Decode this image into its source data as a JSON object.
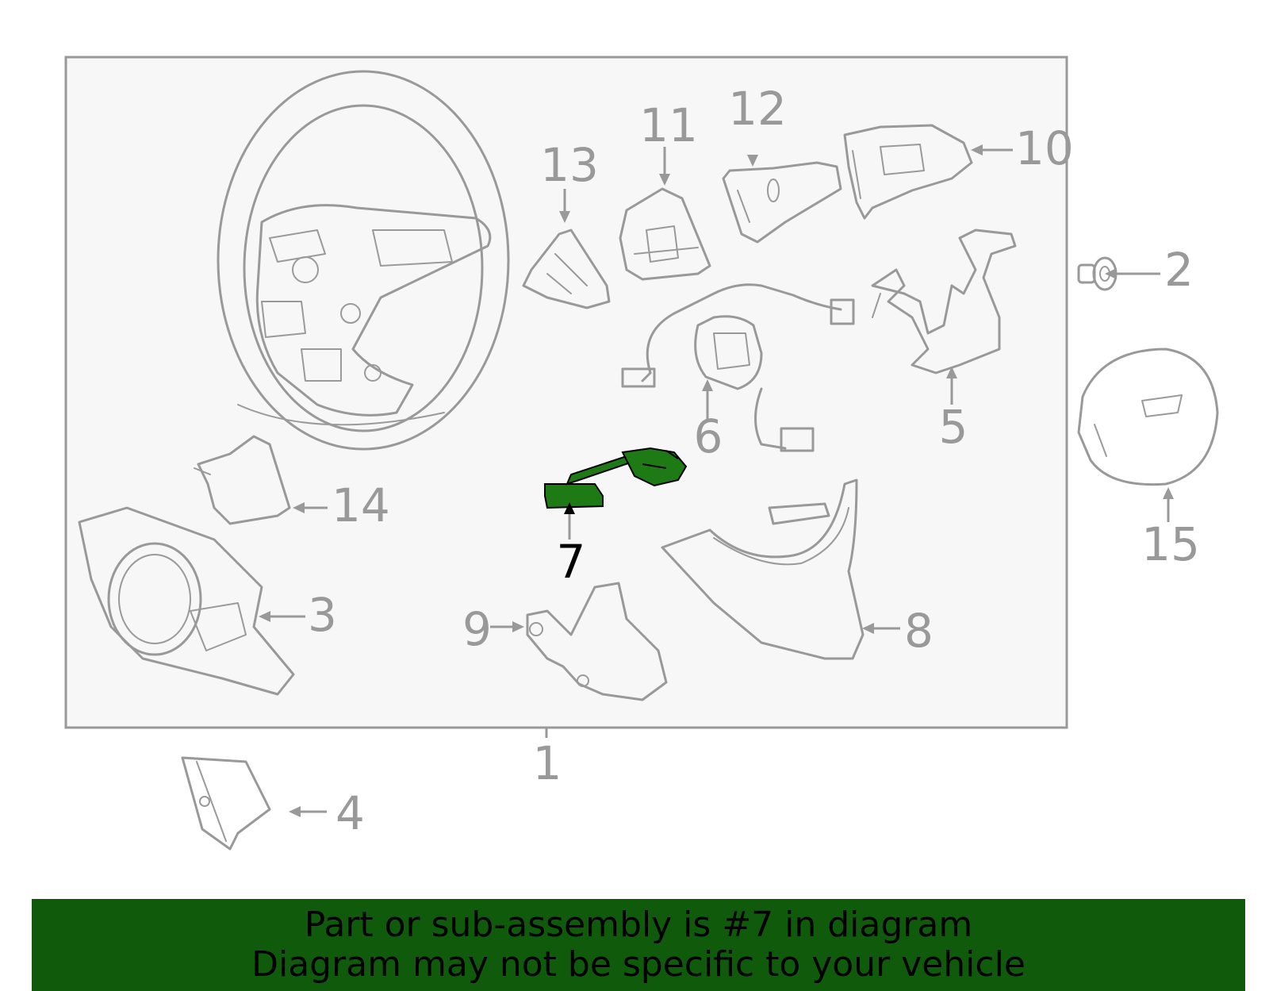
{
  "callouts": [
    {
      "id": "1",
      "text": "1"
    },
    {
      "id": "2",
      "text": "2"
    },
    {
      "id": "3",
      "text": "3"
    },
    {
      "id": "4",
      "text": "4"
    },
    {
      "id": "5",
      "text": "5"
    },
    {
      "id": "6",
      "text": "6"
    },
    {
      "id": "7",
      "text": "7",
      "highlighted": true
    },
    {
      "id": "8",
      "text": "8"
    },
    {
      "id": "9",
      "text": "9"
    },
    {
      "id": "10",
      "text": "10"
    },
    {
      "id": "11",
      "text": "11"
    },
    {
      "id": "12",
      "text": "12"
    },
    {
      "id": "13",
      "text": "13"
    },
    {
      "id": "14",
      "text": "14"
    },
    {
      "id": "15",
      "text": "15"
    }
  ],
  "colors": {
    "outline": "#999999",
    "highlight": "#1e7a14",
    "banner_background": "#0f5a0b",
    "banner_text": "#000000",
    "panel_background": "#f7f7f7"
  },
  "banner": {
    "line1": "Part or sub-assembly is #7 in diagram",
    "line2": "Diagram may not be specific to your vehicle"
  }
}
